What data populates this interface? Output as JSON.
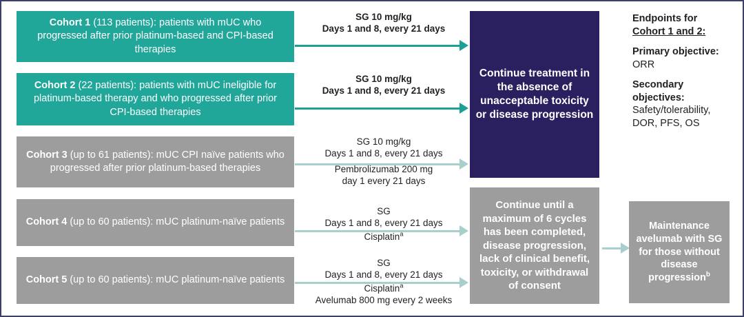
{
  "figure": {
    "border_color": "#3c3f6b",
    "palette": {
      "teal": "#20a79a",
      "gray": "#9d9d9d",
      "navy": "#2a2060",
      "arrow_dark": "#1ba094",
      "arrow_light": "#a9cfcd"
    }
  },
  "cohorts": [
    {
      "id": "cohort-1",
      "label": "Cohort 1",
      "detail": " (113 patients): patients with mUC who progressed after prior platinum-based and CPI-based therapies",
      "color": "teal"
    },
    {
      "id": "cohort-2",
      "label": "Cohort 2",
      "detail": " (22 patients): patients with mUC ineligible for platinum-based therapy and who progressed after prior CPI-based therapies",
      "color": "teal"
    },
    {
      "id": "cohort-3",
      "label": "Cohort 3",
      "detail": " (up to 61 patients): mUC CPI naïve patients who progressed after prior platinum-based therapies",
      "color": "gray"
    },
    {
      "id": "cohort-4",
      "label": "Cohort 4",
      "detail": " (up to 60 patients): mUC platinum-naïve patients",
      "color": "gray"
    },
    {
      "id": "cohort-5",
      "label": "Cohort 5",
      "detail": " (up to 60 patients): mUC platinum-naïve patients",
      "color": "gray"
    }
  ],
  "regimens": {
    "cohort_1": {
      "line1": "SG 10 mg/kg",
      "line2": "Days 1 and 8, every 21 days"
    },
    "cohort_2": {
      "line1": "SG 10 mg/kg",
      "line2": "Days 1 and 8, every 21 days"
    },
    "cohort_3": {
      "above_line1": "SG 10 mg/kg",
      "above_line2": "Days 1 and 8, every 21 days",
      "below_line1": "Pembrolizumab 200 mg",
      "below_line2": "day 1 every 21 days"
    },
    "cohort_4": {
      "above_line1": "SG",
      "above_line2": "Days 1 and 8, every 21 days",
      "below_line1": "Cisplatin",
      "below_line1_sup": "a"
    },
    "cohort_5": {
      "above_line1": "SG",
      "above_line2": "Days 1 and 8, every 21 days",
      "below_line1": "Cisplatin",
      "below_line1_sup": "a",
      "below_line2": "Avelumab 800 mg every 2 weeks"
    }
  },
  "outcomes": {
    "continue_treatment": "Continue treatment in the absence of unacceptable toxicity or disease progression",
    "continue_until": "Continue until a maximum of 6 cycles has been completed, disease progression, lack of clinical benefit, toxicity, or withdrawal of consent",
    "maintenance": "Maintenance avelumab with SG for those without disease progression",
    "maintenance_sup": "b"
  },
  "endpoints": {
    "title": "Endpoints for",
    "subtitle": "Cohort 1 and 2:",
    "primary_head": "Primary objective:",
    "primary_body": "ORR",
    "secondary_head": "Secondary objectives:",
    "secondary_body": "Safety/tolerability, DOR, PFS, OS"
  }
}
